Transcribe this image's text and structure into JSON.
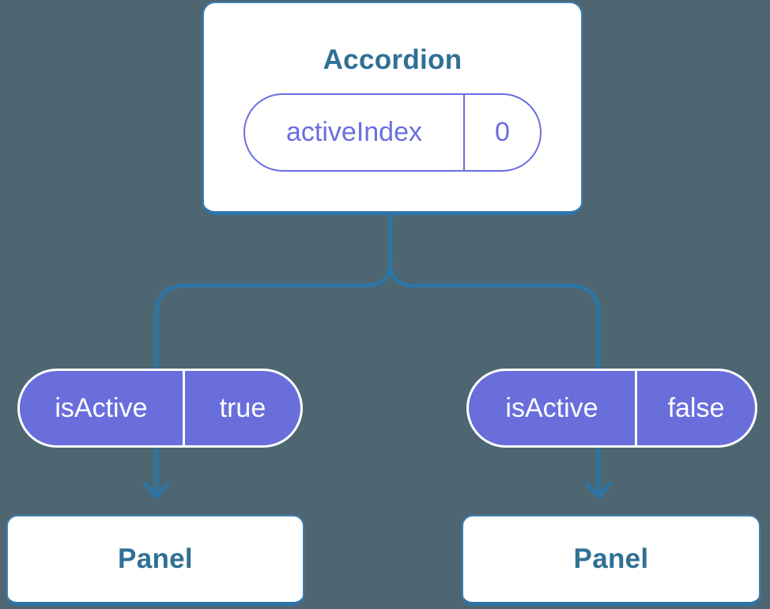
{
  "palette": {
    "background": "#4d6671",
    "connector_blue": "#2d75a6",
    "card_border_blue": "#3b80b4",
    "card_border_bottom_blue": "#2d73a8",
    "card_title_blue": "#2f7094",
    "pill_purple": "#6a6edb",
    "pill_purple_border": "#6a6ee0",
    "pill_text_white": "#ffffff",
    "card_background": "#ffffff"
  },
  "tree": {
    "root": {
      "title": "Accordion",
      "state": {
        "name": "activeIndex",
        "value": "0"
      }
    },
    "branches": [
      {
        "prop_name": "isActive",
        "prop_value": "true",
        "child_title": "Panel"
      },
      {
        "prop_name": "isActive",
        "prop_value": "false",
        "child_title": "Panel"
      }
    ]
  }
}
